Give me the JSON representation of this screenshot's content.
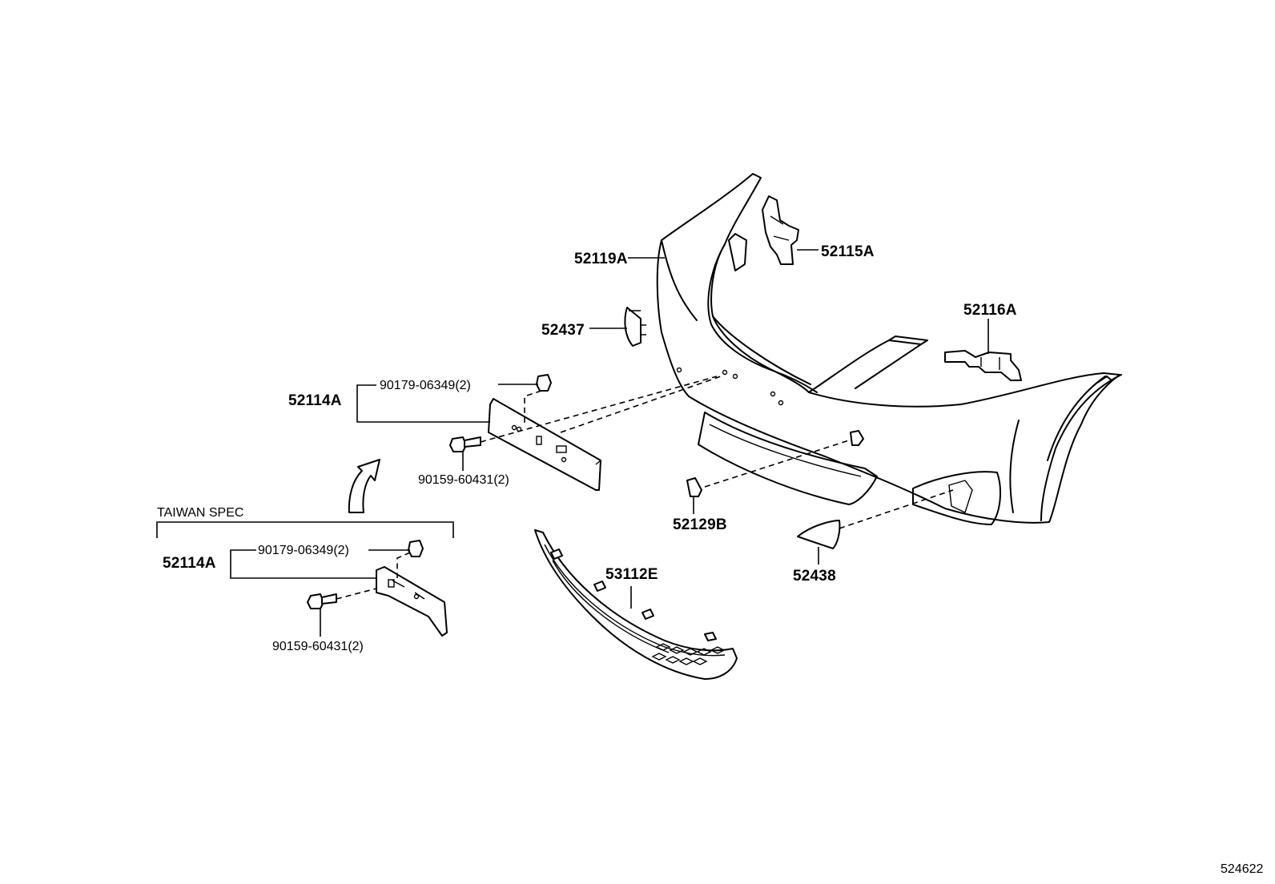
{
  "diagram": {
    "callouts": {
      "p52119A": "52119A",
      "p52115A": "52115A",
      "p52116A": "52116A",
      "p52437": "52437",
      "p52114A_main": "52114A",
      "p90179_main": "90179-06349(2)",
      "p90159_main": "90159-60431(2)",
      "p52129B": "52129B",
      "p52438": "52438",
      "p53112E": "53112E",
      "p52114A_taiwan": "52114A",
      "p90179_taiwan": "90179-06349(2)",
      "p90159_taiwan": "90159-60431(2)"
    },
    "section_label": "TAIWAN SPEC",
    "figure_id": "524622"
  }
}
